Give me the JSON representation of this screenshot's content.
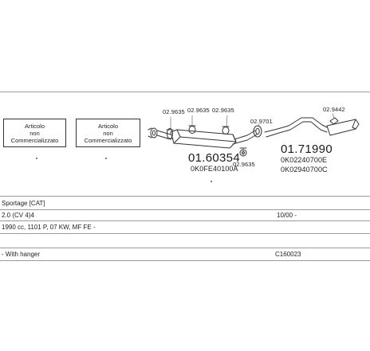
{
  "notice_boxes": [
    {
      "line1": "Articolo",
      "line2": "non",
      "line3": "Commercializzato"
    },
    {
      "line1": "Articolo",
      "line2": "non",
      "line3": "Commercializzato"
    }
  ],
  "callouts": {
    "clamp_1": "02.9635",
    "clamp_2": "02.9635",
    "clamp_3": "02.9635",
    "clamp_4": "02.9635",
    "gasket": "02.9701",
    "bracket": "02.9442"
  },
  "parts": {
    "middle": {
      "number": "01.60354",
      "oe": "0K0FE40100A"
    },
    "rear": {
      "number": "01.71990",
      "oe_1": "0K02240700E",
      "oe_2": "0K02940700C"
    }
  },
  "vehicle": {
    "model": "Sportage [CAT]",
    "engine": "2.0 (CV 4)4",
    "date": "10/00 -",
    "spec": "1990 cc, 1101 P, 07 KW, MF FE -",
    "option": "- With hanger",
    "ref": "C160023"
  },
  "colors": {
    "line": "#333333",
    "divider": "#9a9a9a"
  }
}
